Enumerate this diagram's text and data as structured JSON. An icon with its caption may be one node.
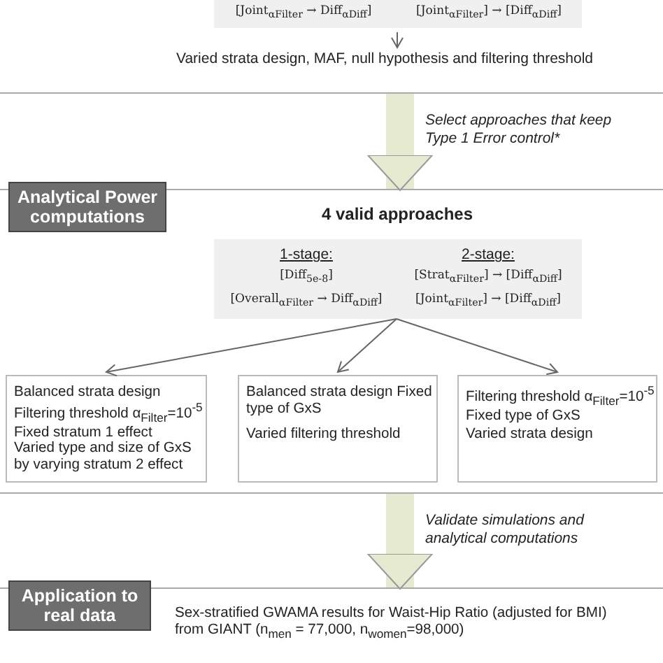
{
  "diagram": {
    "nodes": [
      {
        "text": [],
        "shape": "box"
      },
      {
        "text": [
          "[Joint$_{αFilter}$ → Diff$_{αDiff}$]",
          "[Joint$_{αFilter}$] → [Diff$_{αDiff}$]"
        ],
        "in": 0
      },
      {
        "text": [
          "Varied strata design, MAF, null hypothesis and filtering threshold"
        ],
        "in": 0
      },
      {
        "text": [
          "Analytical Power computations",
          "4 valid approaches"
        ]
      },
      {
        "text": [
          "1-stage:",
          "[Diff$_{5e-8}$]",
          "[Overall$_{αFilter}$ → Diff$_{αDiff}$]",
          "2-stage:",
          "[Strat$_{αFilter}$] → [Diff$_{αDiff}$]",
          "[Joint$_{αFilter}$] → [Diff$_{αDiff}$]"
        ],
        "in": 3
      },
      {
        "text": [
          "Balanced strata design Filtering threshold α$_{Filter}$=10$^{-5}$ Fixed stratum 1 effect",
          "Varied type and size of GxS by varying stratum 2 effect"
        ],
        "in": 3
      },
      {
        "text": [
          "Balanced strata design Fixed type of GxS",
          "Varied filtering threshold"
        ],
        "in": 3
      },
      {
        "text": [
          "Filtering threshold α$_{Filter}$=10$^{-5}$ Fixed type of GxS",
          "Varied strata design"
        ],
        "in": 3
      },
      {
        "text": [
          "Application to real data",
          "Sex-stratified GWAMA results for Waist-Hip Ratio (adjusted for BMI) from GIANT (n$_{men}$ = 77,000, n$_{women}$=98,000)"
        ]
      }
    ],
    "edges": [
      {
        "from": 1,
        "to": 2,
        "arrow": "to"
      },
      {
        "from": 0,
        "to": 3,
        "arrow": "to",
        "label": "Select approaches that keep Type 1 Error control*",
        "style": "thick",
        "color": "#e6ead0"
      },
      {
        "from": 4,
        "to": 5,
        "arrow": "to"
      },
      {
        "from": 4,
        "to": 6,
        "arrow": "to"
      },
      {
        "from": 4,
        "to": 7,
        "arrow": "to"
      },
      {
        "from": 3,
        "to": 8,
        "arrow": "to",
        "label": "Validate simulations and analytical computations",
        "style": "thick",
        "color": "#e6ead0"
      }
    ]
  }
}
